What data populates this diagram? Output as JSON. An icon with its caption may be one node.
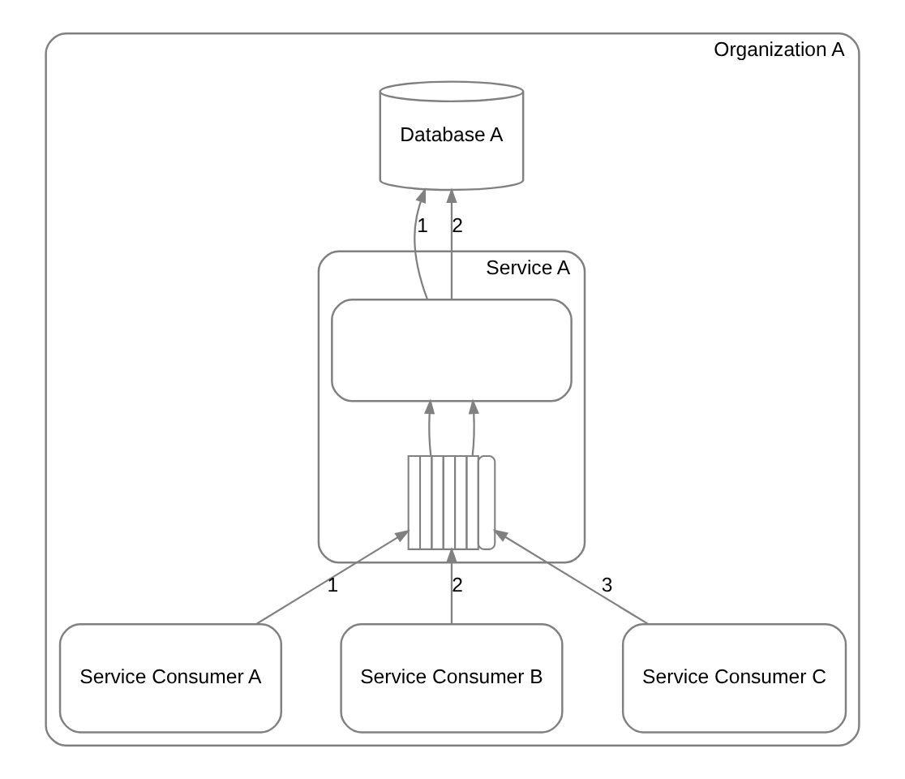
{
  "diagram": {
    "nodes": [
      {
        "text": [
          "Organization A"
        ]
      },
      {
        "text": [
          "Database A"
        ],
        "in": 0
      },
      {
        "text": [
          "Service A"
        ],
        "in": 0
      },
      {
        "text": [],
        "shape": "box",
        "in": 2
      },
      {
        "text": [],
        "shape": "queue",
        "in": 2
      },
      {
        "text": [
          "Service Consumer A"
        ],
        "in": 0
      },
      {
        "text": [
          "Service Consumer B"
        ],
        "in": 0
      },
      {
        "text": [
          "Service Consumer C"
        ],
        "in": 0
      }
    ],
    "edges": [
      {
        "from": 3,
        "to": 1,
        "arrow": "to",
        "label": "1"
      },
      {
        "from": 3,
        "to": 1,
        "arrow": "to",
        "label": "2"
      },
      {
        "from": 4,
        "to": 3,
        "arrow": "to"
      },
      {
        "from": 4,
        "to": 3,
        "arrow": "to"
      },
      {
        "from": 5,
        "to": 4,
        "arrow": "to",
        "label": "1"
      },
      {
        "from": 6,
        "to": 4,
        "arrow": "to",
        "label": "2"
      },
      {
        "from": 7,
        "to": 4,
        "arrow": "to",
        "label": "3"
      }
    ]
  }
}
